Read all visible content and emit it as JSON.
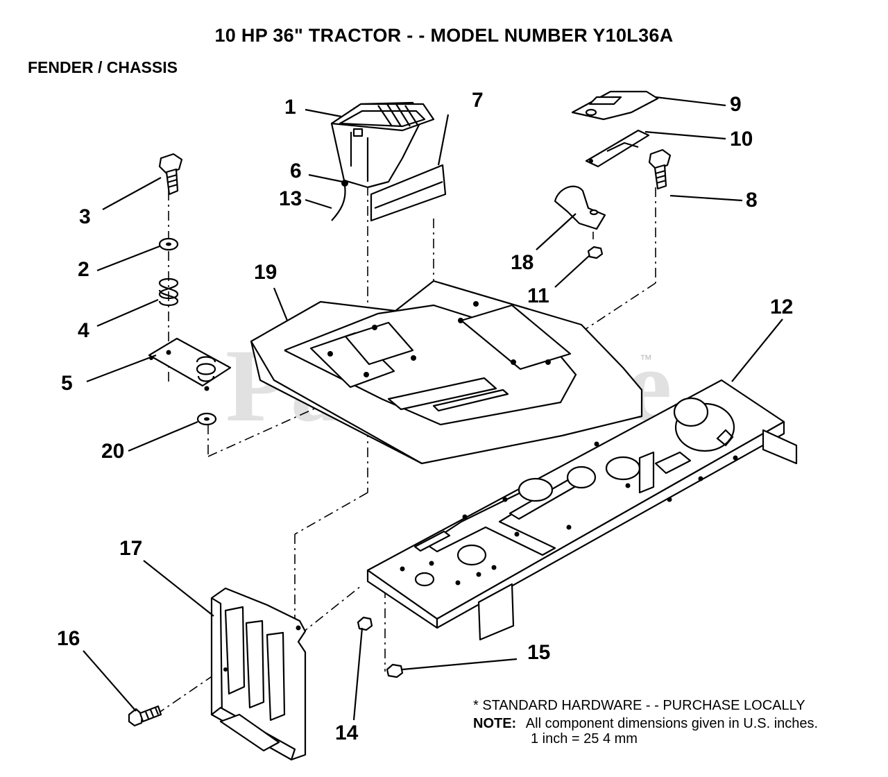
{
  "header": {
    "title": "10 HP 36\" TRACTOR - - MODEL NUMBER Y10L36A",
    "subtitle": "FENDER / CHASSIS"
  },
  "watermark": {
    "text": "PartsTree",
    "mark": "™"
  },
  "callouts": {
    "c1": "1",
    "c2": "2",
    "c3": "3",
    "c4": "4",
    "c5": "5",
    "c6": "6",
    "c7": "7",
    "c8": "8",
    "c9": "9",
    "c10": "10",
    "c11": "11",
    "c12": "12",
    "c13": "13",
    "c14": "14",
    "c15": "15",
    "c16": "16",
    "c17": "17",
    "c18": "18",
    "c19": "19",
    "c20": "20"
  },
  "notes": {
    "standard_hardware": "* STANDARD HARDWARE - - PURCHASE LOCALLY",
    "note_label": "NOTE:",
    "note_text": "All component dimensions given in U.S. inches.",
    "conversion": "1 inch = 25 4 mm"
  }
}
